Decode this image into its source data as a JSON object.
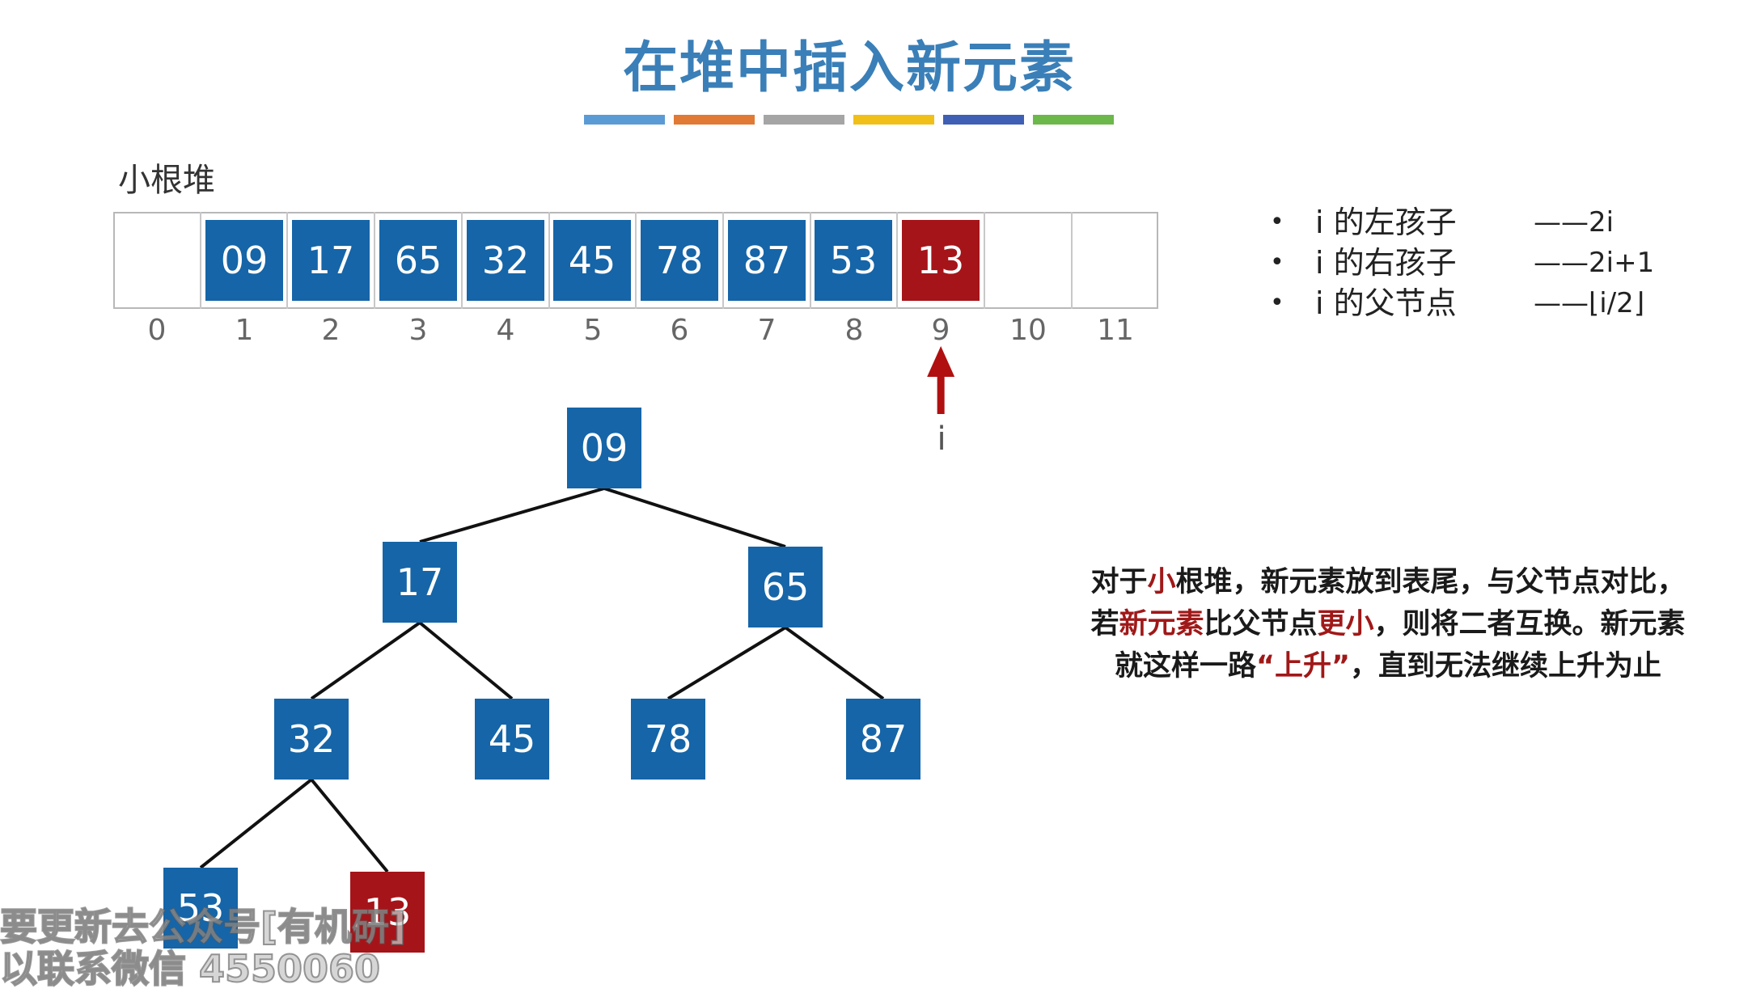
{
  "title": "在堆中插入新元素",
  "color_bars": [
    "#5b9bd5",
    "#e07a34",
    "#a5a5a5",
    "#f0c018",
    "#3f5fb5",
    "#6cb84a"
  ],
  "heap_label": "小根堆",
  "colors": {
    "node_blue": "#1565a8",
    "node_red": "#a51419",
    "arrow_red": "#b01010",
    "edge": "#111111"
  },
  "array": {
    "indices": [
      "0",
      "1",
      "2",
      "3",
      "4",
      "5",
      "6",
      "7",
      "8",
      "9",
      "10",
      "11"
    ],
    "cells": [
      {
        "index": 1,
        "value": "09",
        "highlight": false
      },
      {
        "index": 2,
        "value": "17",
        "highlight": false
      },
      {
        "index": 3,
        "value": "65",
        "highlight": false
      },
      {
        "index": 4,
        "value": "32",
        "highlight": false
      },
      {
        "index": 5,
        "value": "45",
        "highlight": false
      },
      {
        "index": 6,
        "value": "78",
        "highlight": false
      },
      {
        "index": 7,
        "value": "87",
        "highlight": false
      },
      {
        "index": 8,
        "value": "53",
        "highlight": false
      },
      {
        "index": 9,
        "value": "13",
        "highlight": true
      }
    ],
    "pointer_index": 9,
    "pointer_label": "i"
  },
  "formulas": [
    {
      "label": "i 的左孩子",
      "value": "——2i"
    },
    {
      "label": "i 的右孩子",
      "value": "——2i+1"
    },
    {
      "label": "i 的父节点",
      "value": "——⌊i/2⌋"
    }
  ],
  "tree": {
    "nodes": [
      {
        "id": 1,
        "value": "09",
        "highlight": false
      },
      {
        "id": 2,
        "value": "17",
        "highlight": false
      },
      {
        "id": 3,
        "value": "65",
        "highlight": false
      },
      {
        "id": 4,
        "value": "32",
        "highlight": false
      },
      {
        "id": 5,
        "value": "45",
        "highlight": false
      },
      {
        "id": 6,
        "value": "78",
        "highlight": false
      },
      {
        "id": 7,
        "value": "87",
        "highlight": false
      },
      {
        "id": 8,
        "value": "53",
        "highlight": false
      },
      {
        "id": 9,
        "value": "13",
        "highlight": true
      }
    ],
    "edges": [
      [
        1,
        2
      ],
      [
        1,
        3
      ],
      [
        2,
        4
      ],
      [
        2,
        5
      ],
      [
        3,
        6
      ],
      [
        3,
        7
      ],
      [
        4,
        8
      ],
      [
        4,
        9
      ]
    ]
  },
  "explanation": {
    "line1": [
      {
        "text": "对于",
        "hl": false
      },
      {
        "text": "小",
        "hl": true
      },
      {
        "text": "根堆，新元素放到表尾，与父节点对比，",
        "hl": false
      }
    ],
    "line2": [
      {
        "text": "若",
        "hl": false
      },
      {
        "text": "新元素",
        "hl": true
      },
      {
        "text": "比父节点",
        "hl": false
      },
      {
        "text": "更小",
        "hl": true
      },
      {
        "text": "，则将二者互换。新元素",
        "hl": false
      }
    ],
    "line3": [
      {
        "text": "就这样一路",
        "hl": false
      },
      {
        "text": "“上升”",
        "hl": true
      },
      {
        "text": "，直到无法继续上升为止",
        "hl": false
      }
    ]
  },
  "watermark": {
    "line1": "要更新去公众号[有机研]",
    "line2": "以联系微信 4550060"
  }
}
